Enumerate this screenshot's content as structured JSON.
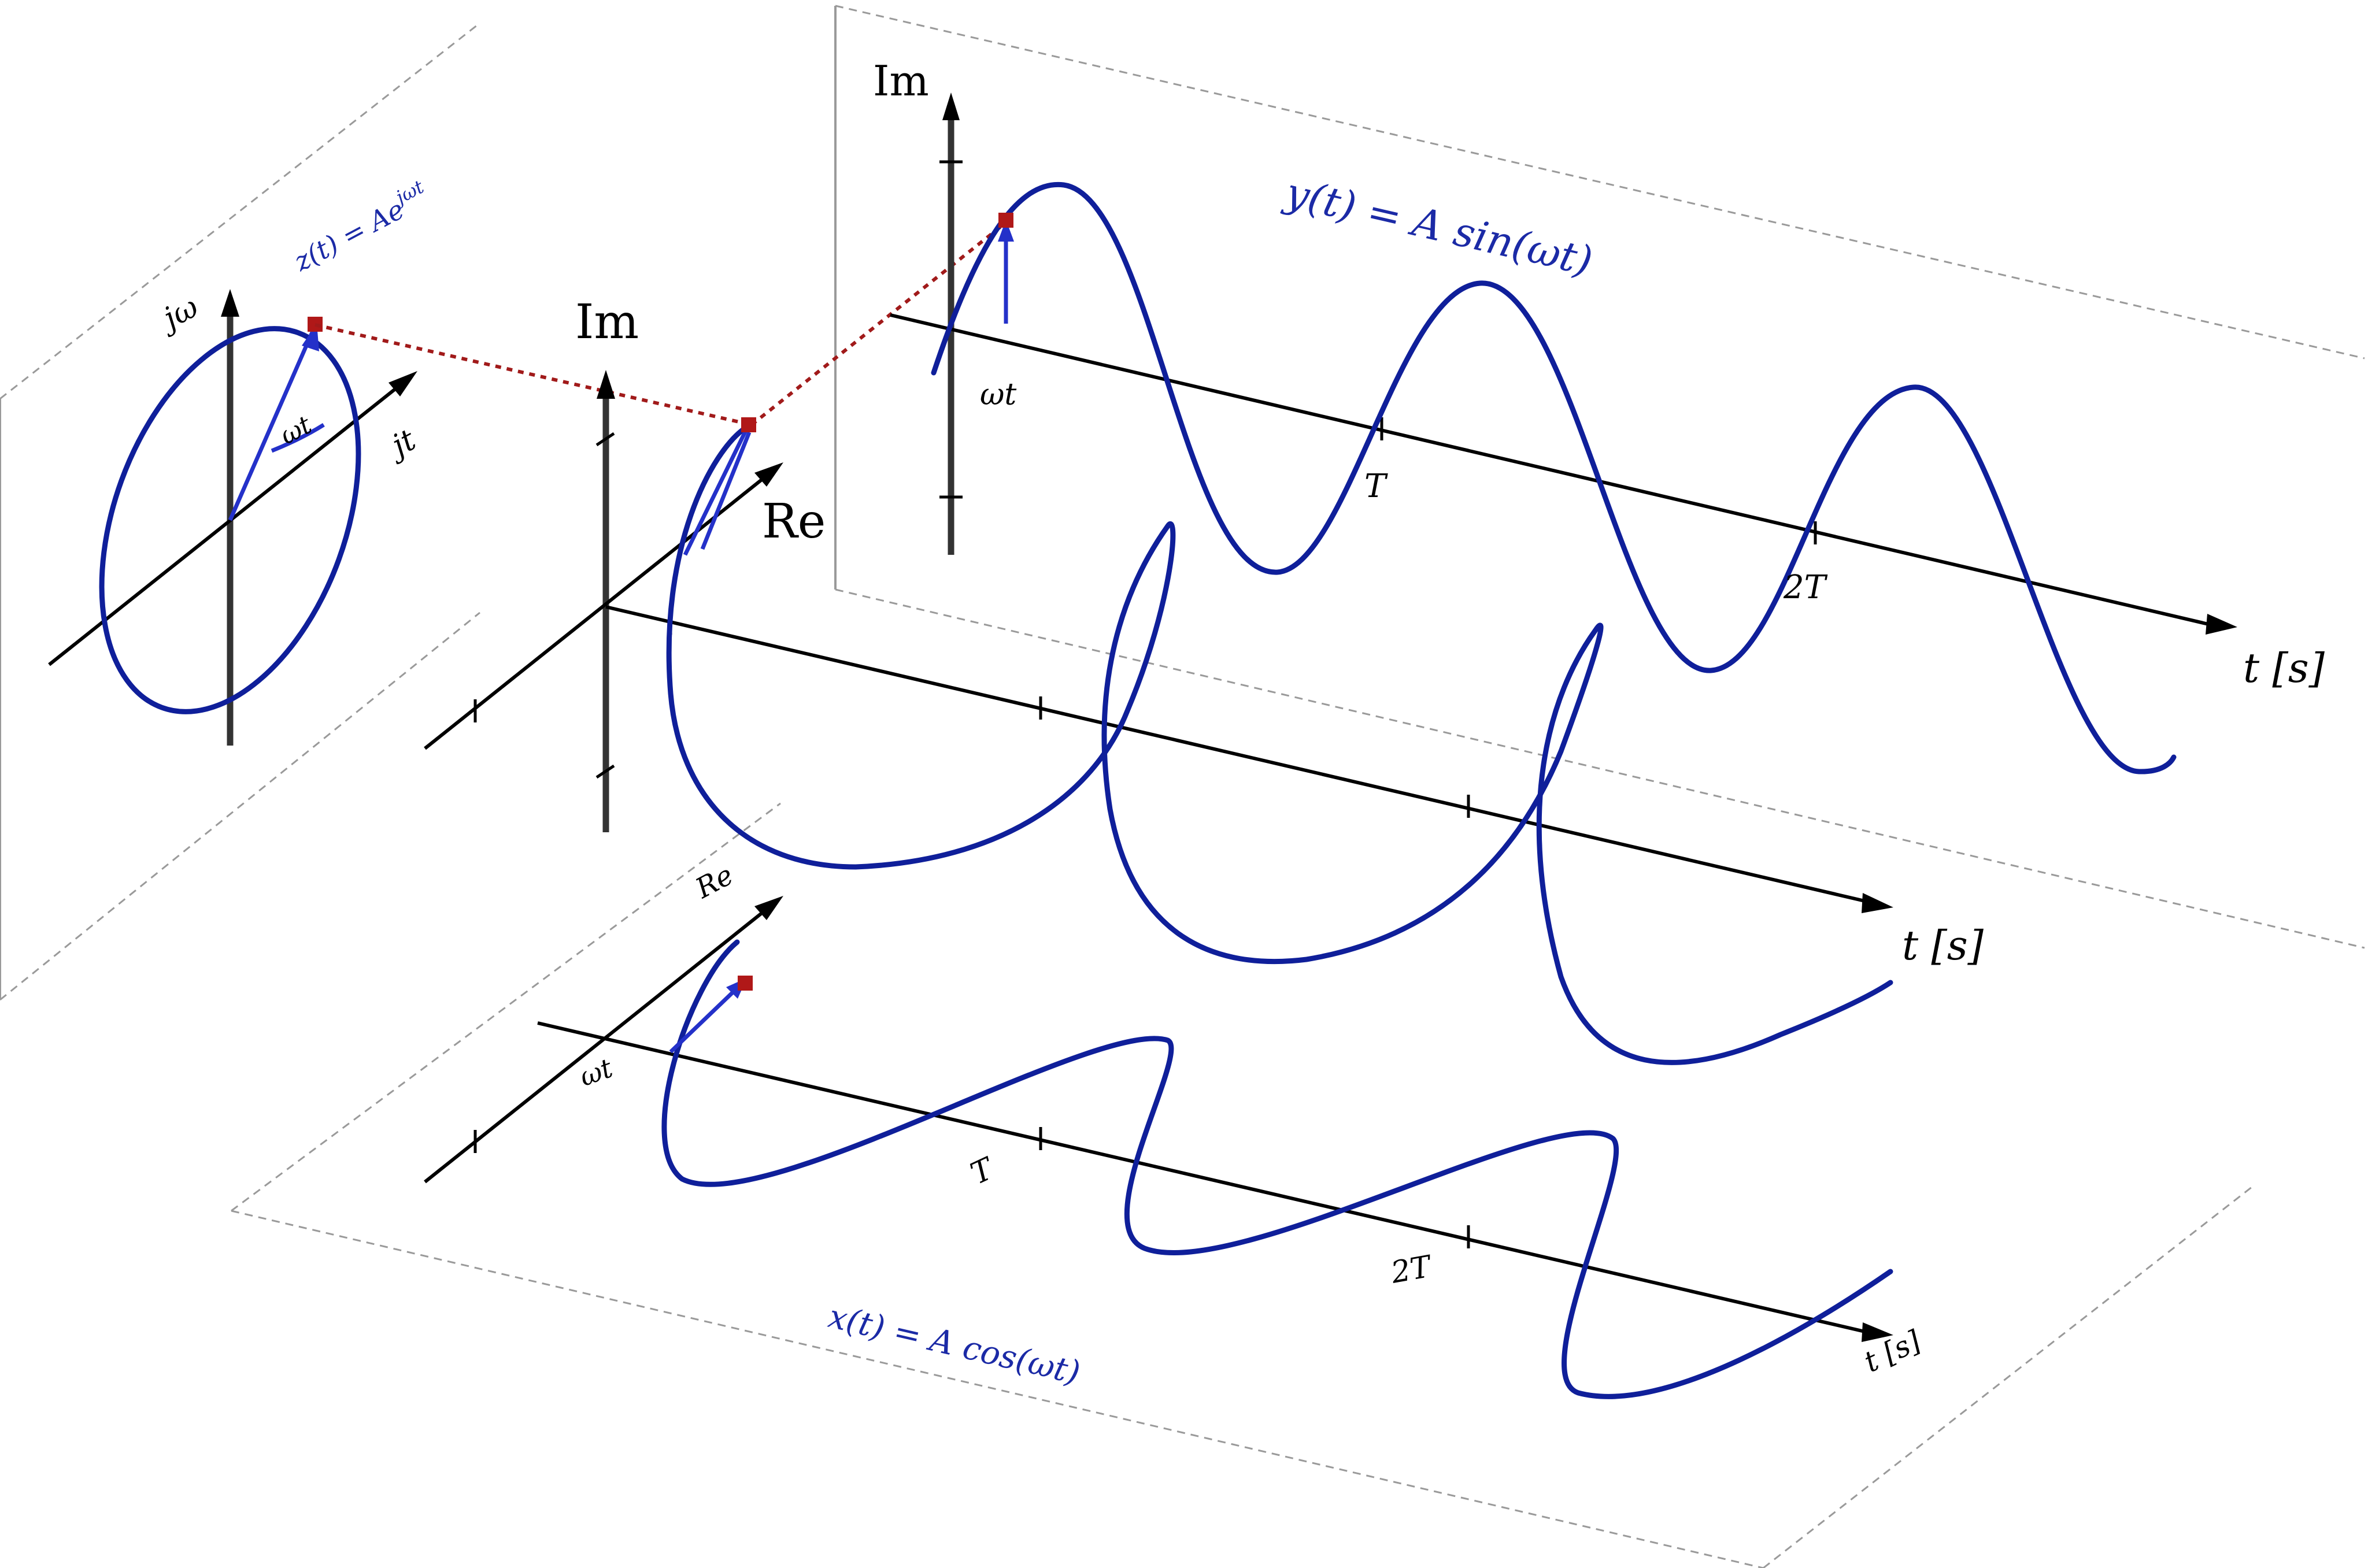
{
  "labels": {
    "im_left": "jω",
    "re_left": "jt",
    "omega_t_left": "ωt",
    "phasor_eq": "z(t) = Ae",
    "im_center": "Im",
    "re_center": "Re",
    "im_top": "Im",
    "omega_t_top": "ωt",
    "sine_eq": "y(t) = A sin(ωt)",
    "T_top": "T",
    "twoT_top": "2T",
    "time_top": "t [s]",
    "time_center": "t [s]",
    "re_bottom": "Re",
    "omega_t_bottom": "ωt",
    "T_bottom": "T",
    "twoT_bottom": "2T",
    "cos_eq": "x(t) = A cos(ωt)",
    "time_bottom": "t [s]"
  },
  "colors": {
    "curve": "#0f1f9a",
    "phasor": "#2431c9",
    "projection": "#a11a1a"
  }
}
